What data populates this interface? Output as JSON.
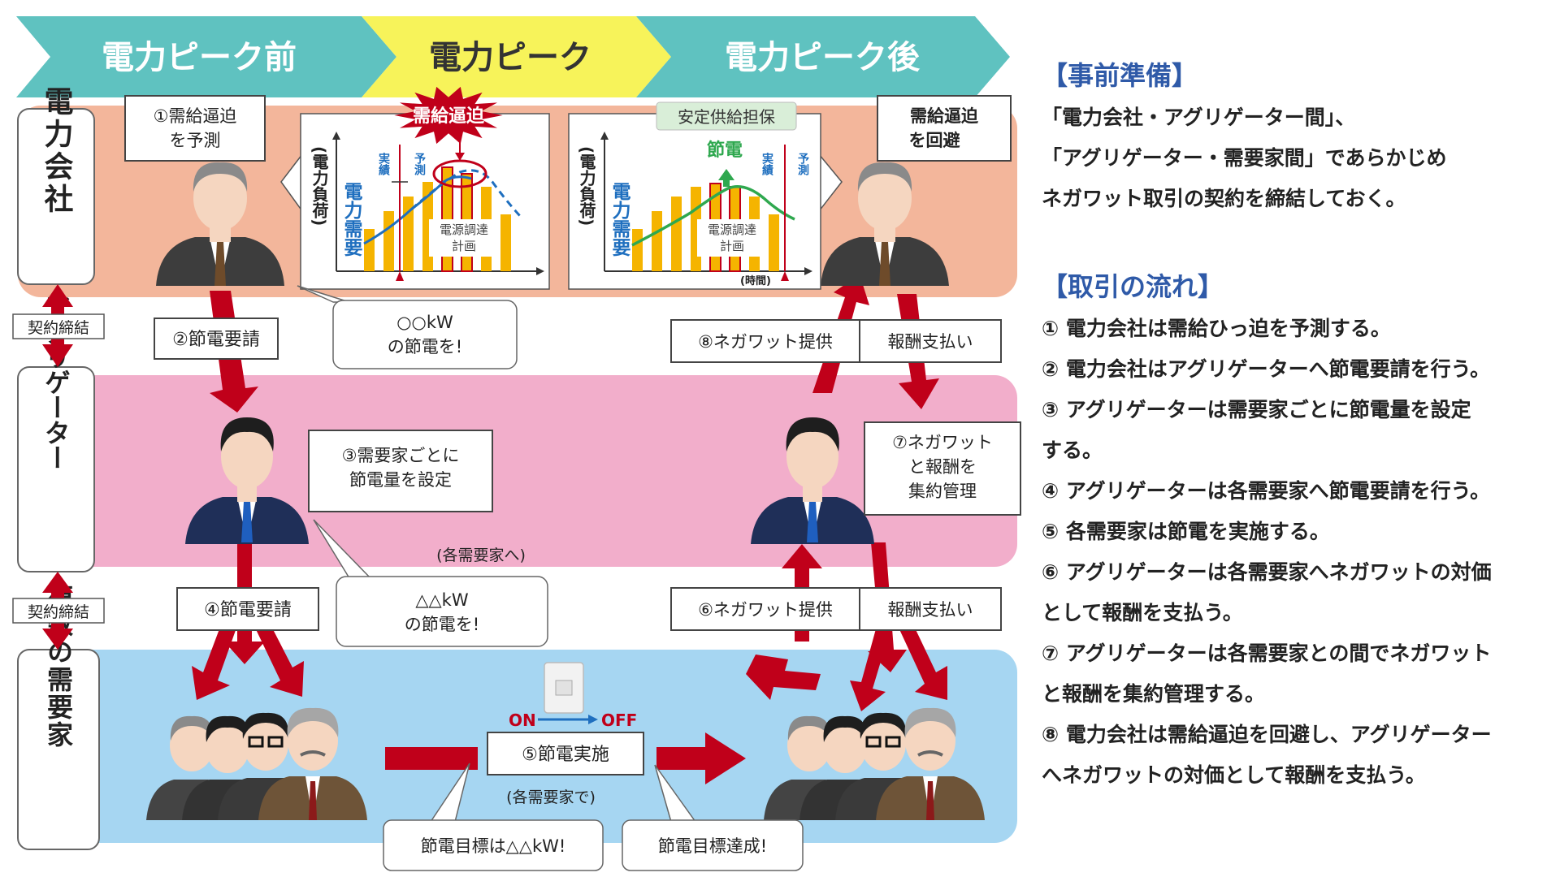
{
  "phases": [
    "電力ピーク前",
    "電力ピーク",
    "電力ピーク後"
  ],
  "actors": {
    "power_company": "電力会社",
    "aggregator": "アグリゲーター",
    "consumers": "複数の需要家"
  },
  "contract_label": "契約締結",
  "colors": {
    "phase_teal": "#5fc2c0",
    "phase_yellow": "#f7f35a",
    "band_power": "#f3b69b",
    "band_aggregator": "#f2aecb",
    "band_consumers": "#a6d6f2",
    "arrow_red": "#c0001a",
    "accent_blue": "#2f5aa8",
    "bar_orange": "#f5b400",
    "supply_green": "#2fa84f"
  },
  "boxes": {
    "step1": [
      "①需給逼迫",
      "を予測"
    ],
    "step8_avoid": [
      "需給逼迫",
      "を回避"
    ],
    "step2": "②節電要請",
    "step3": [
      "③需要家ごとに",
      "節電量を設定"
    ],
    "step4": "④節電要請",
    "step5": "⑤節電実施",
    "step6": "⑥ネガワット提供",
    "step7": [
      "⑦ネガワット",
      "と報酬を",
      "集約管理"
    ],
    "step8": "⑧ネガワット提供",
    "payment": "報酬支払い"
  },
  "bubbles": {
    "kw_request": [
      "○○kW",
      "の節電を!"
    ],
    "delta_request": [
      "△△kW",
      "の節電を!"
    ],
    "target": "節電目標は△△kW!",
    "achieved": "節電目標達成!"
  },
  "notes": {
    "to_each": "(各需要家へ)",
    "at_each": "(各需要家で)"
  },
  "switch": {
    "on": "ON",
    "off": "OFF"
  },
  "chart_before": {
    "alert": "需給逼迫",
    "y_axis": "(電力負荷)",
    "demand_label": "電力需要",
    "actual": "実績",
    "forecast": "予測",
    "plan": [
      "電源調達",
      "計画"
    ]
  },
  "chart_after": {
    "banner": "安定供給担保",
    "saving": "節電",
    "y_axis": "(電力負荷)",
    "demand_label": "電力需要",
    "actual": "実績",
    "forecast": "予測",
    "plan": [
      "電源調達",
      "計画"
    ],
    "time_label": "(時間)"
  },
  "right_panel": {
    "prep_heading": "【事前準備】",
    "prep_lines": [
      "「電力会社・アグリゲーター間」、",
      "「アグリゲーター・需要家間」であらかじめ",
      "ネガワット取引の契約を締結しておく。"
    ],
    "flow_heading": "【取引の流れ】",
    "flow_lines": [
      "① 電力会社は需給ひっ迫を予測する。",
      "② 電力会社はアグリゲーターへ節電要請を行う。",
      "③ アグリゲーターは需要家ごとに節電量を設定",
      "する。",
      "④ アグリゲーターは各需要家へ節電要請を行う。",
      "⑤ 各需要家は節電を実施する。",
      "⑥ アグリゲーターは各需要家へネガワットの対価",
      "として報酬を支払う。",
      "⑦ アグリゲーターは各需要家との間でネガワット",
      "と報酬を集約管理する。",
      "⑧ 電力会社は需給逼迫を回避し、アグリゲーター",
      "へネガワットの対価として報酬を支払う。"
    ]
  }
}
